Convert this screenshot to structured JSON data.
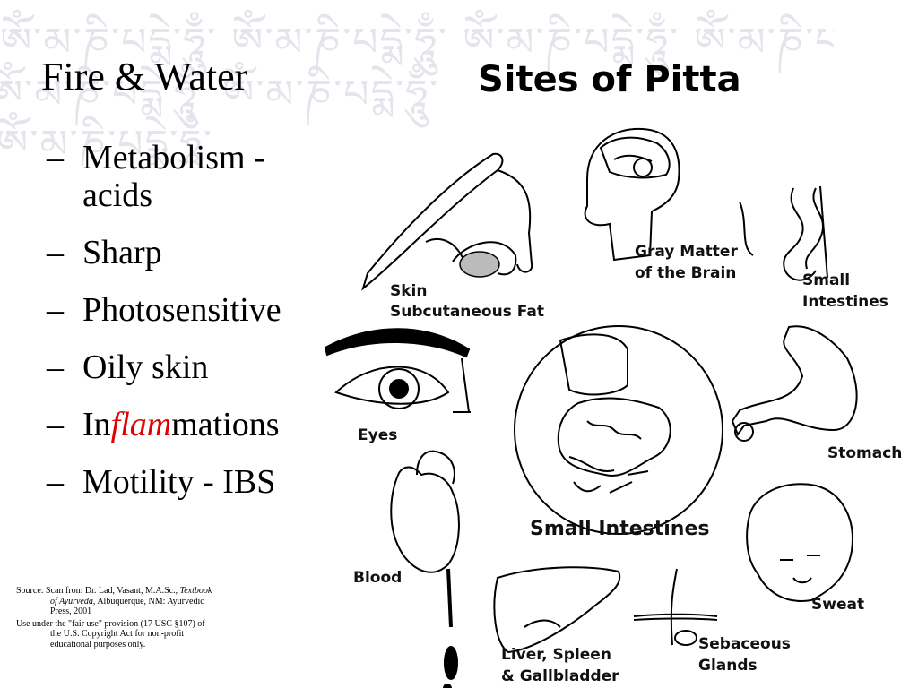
{
  "banner": {
    "rows": [
      "ཨོཾ་མ་ཎི་པདྨེ་ཧཱུྃ་ ཨོཾ་མ་ཎི་པདྨེ་ཧཱུྃ་ ཨོཾ་མ་ཎི་པདྨེ་ཧཱུྃ་ ཨོཾ་མ་ཎི་པདྨེ",
      "ཨོཾ་མ་ཎི་པདྨེ་ཧཱུྃ་ ཨོཾ་མ་ཎི་པདྨེ་ཧཱུྃ་",
      "ཨོཾ་མ་ཎི་པདྨེ་ཧཱུྃ་"
    ]
  },
  "slide": {
    "title": "Fire & Water",
    "dash": "–",
    "bullets": {
      "b1": "Metabolism - acids",
      "b2": "Sharp",
      "b3": "Photosensitive",
      "b4": "Oily skin",
      "b5_pre": "In",
      "b5_em": "flam",
      "b5_post": "mations",
      "b6": "Motility - IBS"
    },
    "accent_color": "#e00000"
  },
  "source": {
    "line1_pre": "Source: Scan from Dr. Lad, Vasant, M.A.Sc., ",
    "line1_em": "Textbook of Ayurveda",
    "line1_post": ", Albuquerque, NM: Ayurvedic Press, 2001",
    "line2": "Use under the \"fair use\" provision (17 USC §107) of the U.S. Copyright Act for non-profit educational purposes only."
  },
  "figure": {
    "title": "Sites of Pitta",
    "labels": {
      "skin": "Skin",
      "subcutaneous": "Subcutaneous Fat",
      "gray_matter_1": "Gray Matter",
      "gray_matter_2": "of the Brain",
      "small_int_1": "Small",
      "small_int_2": "Intestines",
      "eyes": "Eyes",
      "stomach": "Stomach",
      "small_intestines_center": "Small Intestines",
      "blood": "Blood",
      "sweat": "Sweat",
      "liver_1": "Liver, Spleen",
      "liver_2": "& Gallbladder",
      "sebaceous_1": "Sebaceous",
      "sebaceous_2": "Glands"
    }
  }
}
